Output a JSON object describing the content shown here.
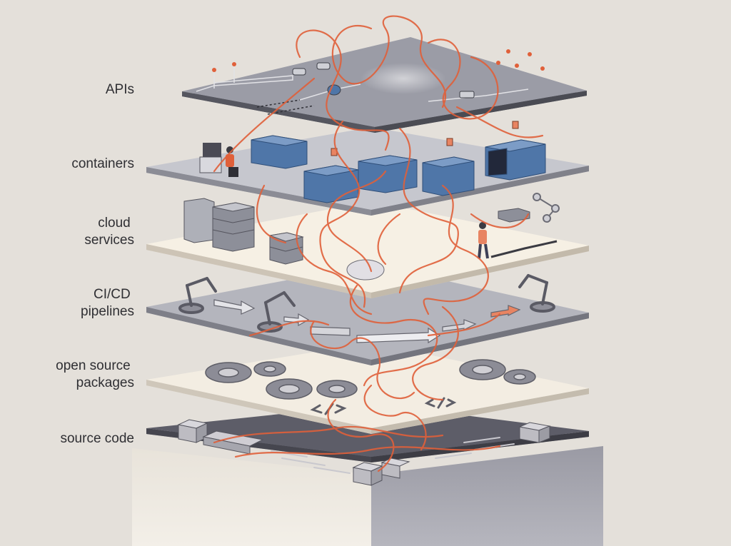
{
  "layers": [
    {
      "key": "apis",
      "label": "APIs"
    },
    {
      "key": "containers",
      "label": "containers"
    },
    {
      "key": "cloud",
      "label": "cloud\nservices"
    },
    {
      "key": "cicd",
      "label": "CI/CD\npipelines"
    },
    {
      "key": "oss",
      "label": "open source\npackages"
    },
    {
      "key": "source",
      "label": "source code"
    }
  ],
  "colors": {
    "background": "#e4e0da",
    "wire": "#e0603a",
    "container_blue": "#4f76a8",
    "dark_plate": "#5d5d68",
    "light_plate": "#f1ebe0",
    "gray_plate": "#aeb0b8",
    "accent_arrow": "#e88462"
  },
  "icons": [
    "computer-operator-icon",
    "robot-arm-icon",
    "gear-icon",
    "server-rack-icon",
    "shipping-container-icon",
    "crane-hook-icon",
    "code-symbol-icon"
  ]
}
